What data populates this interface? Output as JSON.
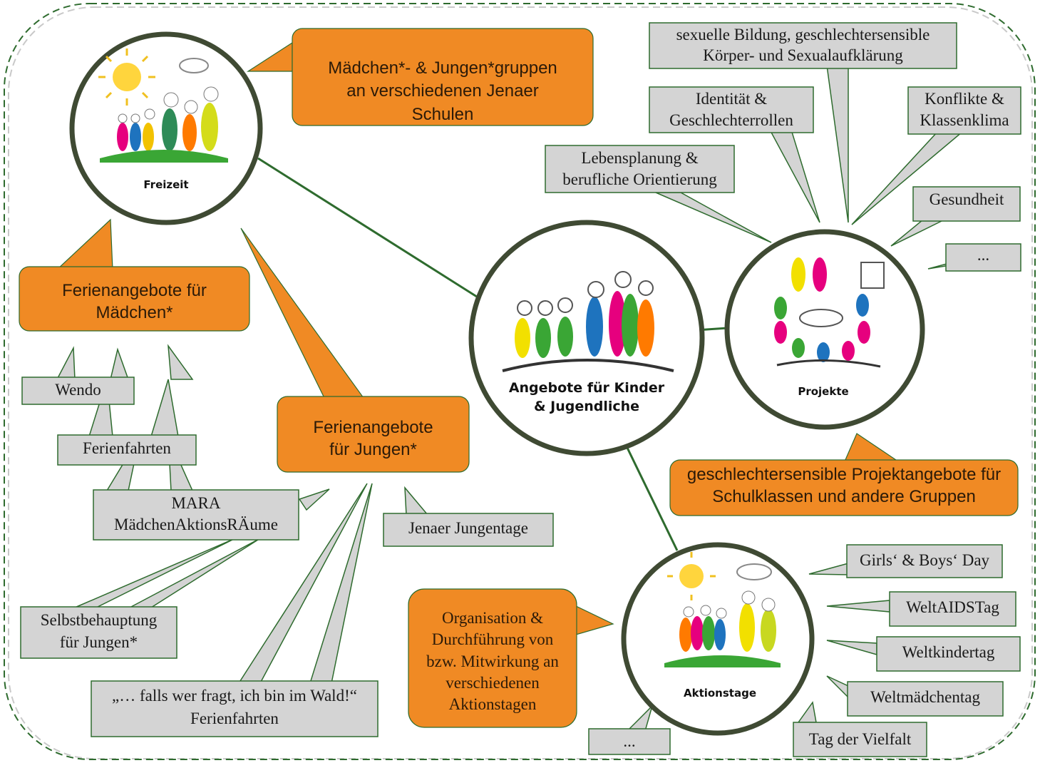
{
  "colors": {
    "border": "#2e6b2e",
    "line": "#2e6b2e",
    "callout_orange": "#f08a24",
    "callout_gray": "#d4d4d4",
    "ring": "#3f4a33"
  },
  "hubs": {
    "center": "Angebote für Kinder & Jugendliche",
    "freizeit": "Freizeit",
    "projekte": "Projekte",
    "aktionstage": "Aktionstage"
  },
  "freizeit": {
    "groups": "Mädchen*- & Jungen*gruppen an verschiedenen Jenaer Schulen",
    "ferien_maedchen": "Ferienangebote für Mädchen*",
    "ferien_jungen": "Ferienangebote für Jungen*",
    "items": {
      "wendo": "Wendo",
      "ferienfahrten": "Ferienfahrten",
      "mara_line1": "MARA",
      "mara_line2": "MädchenAktionsRÄume",
      "selbst_line1": "Selbstbehauptung",
      "selbst_line2": "für Jungen*",
      "jungentage": "Jenaer Jungentage",
      "wald_line1": "„… falls wer fragt, ich bin im Wald!“",
      "wald_line2": "Ferienfahrten"
    }
  },
  "projekte": {
    "main": "geschlechtersensible Projektangebote für Schulklassen und andere Gruppen",
    "topics": {
      "sex_line1": "sexuelle Bildung, geschlechtersensible",
      "sex_line2": "Körper- und Sexualaufklärung",
      "ident_line1": "Identität &",
      "ident_line2": "Geschlechterrollen",
      "leben_line1": "Lebensplanung &",
      "leben_line2": "berufliche Orientierung",
      "konf_line1": "Konflikte &",
      "konf_line2": "Klassenklima",
      "gesund": "Gesundheit",
      "etc": "..."
    }
  },
  "aktionstage": {
    "main": "Organisation & Durchführung von bzw. Mitwirkung an verschiedenen Aktionstagen",
    "days": {
      "girls": "Girls‘ & Boys‘ Day",
      "aids": "WeltAIDSTag",
      "kinder": "Weltkindertag",
      "maedchen": "Weltmädchentag",
      "vielfalt": "Tag der Vielfalt",
      "etc": "..."
    }
  }
}
